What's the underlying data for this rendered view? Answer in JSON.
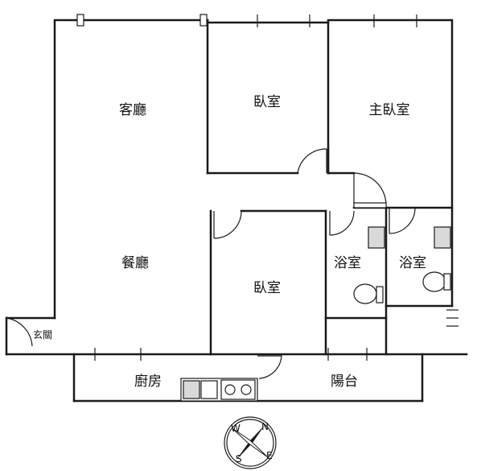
{
  "rooms": {
    "living": "客廳",
    "bedroom_top": "臥室",
    "master_bedroom": "主臥室",
    "dining": "餐廳",
    "bedroom_middle": "臥室",
    "bath_left": "浴室",
    "bath_right": "浴室",
    "entrance": "玄關",
    "kitchen": "廚房",
    "balcony": "陽台"
  },
  "compass": {
    "north_label": "N",
    "south_label": "S",
    "east_label": "E",
    "west_label": "W",
    "icon": "compass-rose-icon"
  },
  "colors": {
    "wall": "#1a1a1a",
    "fixture_grey": "#d9d9d9"
  }
}
